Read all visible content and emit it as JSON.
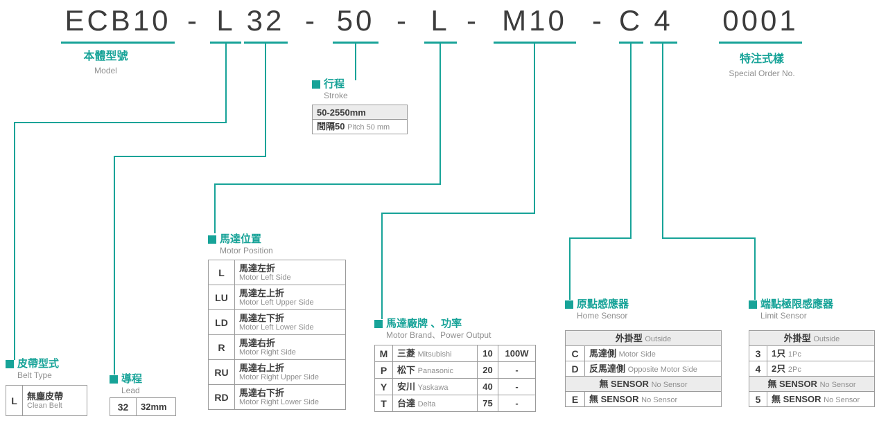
{
  "colors": {
    "accent": "#17A398",
    "text_dark": "#3C3C3C",
    "text_gray": "#8F8F8F",
    "row_bg": "#ECECEC"
  },
  "model_code": {
    "segments": [
      "ECB10",
      "L",
      "32",
      "50",
      "L",
      "M10",
      "C",
      "4",
      "0001"
    ],
    "dash": "-"
  },
  "header_labels": {
    "model": {
      "zh": "本體型號",
      "en": "Model"
    },
    "special_order": {
      "zh": "特注式樣",
      "en": "Special Order No."
    }
  },
  "stroke": {
    "title_zh": "行程",
    "title_en": "Stroke",
    "range": "50-2550mm",
    "pitch_zh": "間隔50",
    "pitch_en": "Pitch 50 mm"
  },
  "motor_position": {
    "title_zh": "馬達位置",
    "title_en": "Motor Position",
    "rows": [
      {
        "code": "L",
        "zh": "馬達左折",
        "en": "Motor Left Side"
      },
      {
        "code": "LU",
        "zh": "馬達左上折",
        "en": "Motor Left Upper Side"
      },
      {
        "code": "LD",
        "zh": "馬達左下折",
        "en": "Motor Left Lower Side"
      },
      {
        "code": "R",
        "zh": "馬達右折",
        "en": "Motor Right Side"
      },
      {
        "code": "RU",
        "zh": "馬達右上折",
        "en": "Motor Right Upper Side"
      },
      {
        "code": "RD",
        "zh": "馬達右下折",
        "en": "Motor Right Lower Side"
      }
    ]
  },
  "motor_brand": {
    "title_zh": "馬達廠牌 、功率",
    "title_en": "Motor Brand、Power Output",
    "rows": [
      {
        "code": "M",
        "zh": "三菱",
        "en": "Mitsubishi",
        "power_code": "10",
        "power": "100W"
      },
      {
        "code": "P",
        "zh": "松下",
        "en": "Panasonic",
        "power_code": "20",
        "power": "-"
      },
      {
        "code": "Y",
        "zh": "安川",
        "en": "Yaskawa",
        "power_code": "40",
        "power": "-"
      },
      {
        "code": "T",
        "zh": "台達",
        "en": "Delta",
        "power_code": "75",
        "power": "-"
      }
    ]
  },
  "home_sensor": {
    "title_zh": "原點感應器",
    "title_en": "Home Sensor",
    "outside_zh": "外掛型",
    "outside_en": "Outside",
    "rows": [
      {
        "code": "C",
        "zh": "馬達側",
        "en": "Motor Side"
      },
      {
        "code": "D",
        "zh": "反馬達側",
        "en": "Opposite Motor Side"
      }
    ],
    "none_zh": "無 SENSOR",
    "none_en": "No Sensor",
    "none_row": {
      "code": "E",
      "zh": "無 SENSOR",
      "en": "No Sensor"
    }
  },
  "limit_sensor": {
    "title_zh": "端點極限感應器",
    "title_en": "Limit Sensor",
    "outside_zh": "外掛型",
    "outside_en": "Outside",
    "rows": [
      {
        "code": "3",
        "zh": "1只",
        "en": "1Pc"
      },
      {
        "code": "4",
        "zh": "2只",
        "en": "2Pc"
      }
    ],
    "none_zh": "無 SENSOR",
    "none_en": "No Sensor",
    "none_row": {
      "code": "5",
      "zh": "無 SENSOR",
      "en": "No Sensor"
    }
  },
  "belt_type": {
    "title_zh": "皮帶型式",
    "title_en": "Belt Type",
    "row": {
      "code": "L",
      "zh": "無塵皮帶",
      "en": "Clean Belt"
    }
  },
  "lead": {
    "title_zh": "導程",
    "title_en": "Lead",
    "row": {
      "code": "32",
      "value": "32mm"
    }
  }
}
